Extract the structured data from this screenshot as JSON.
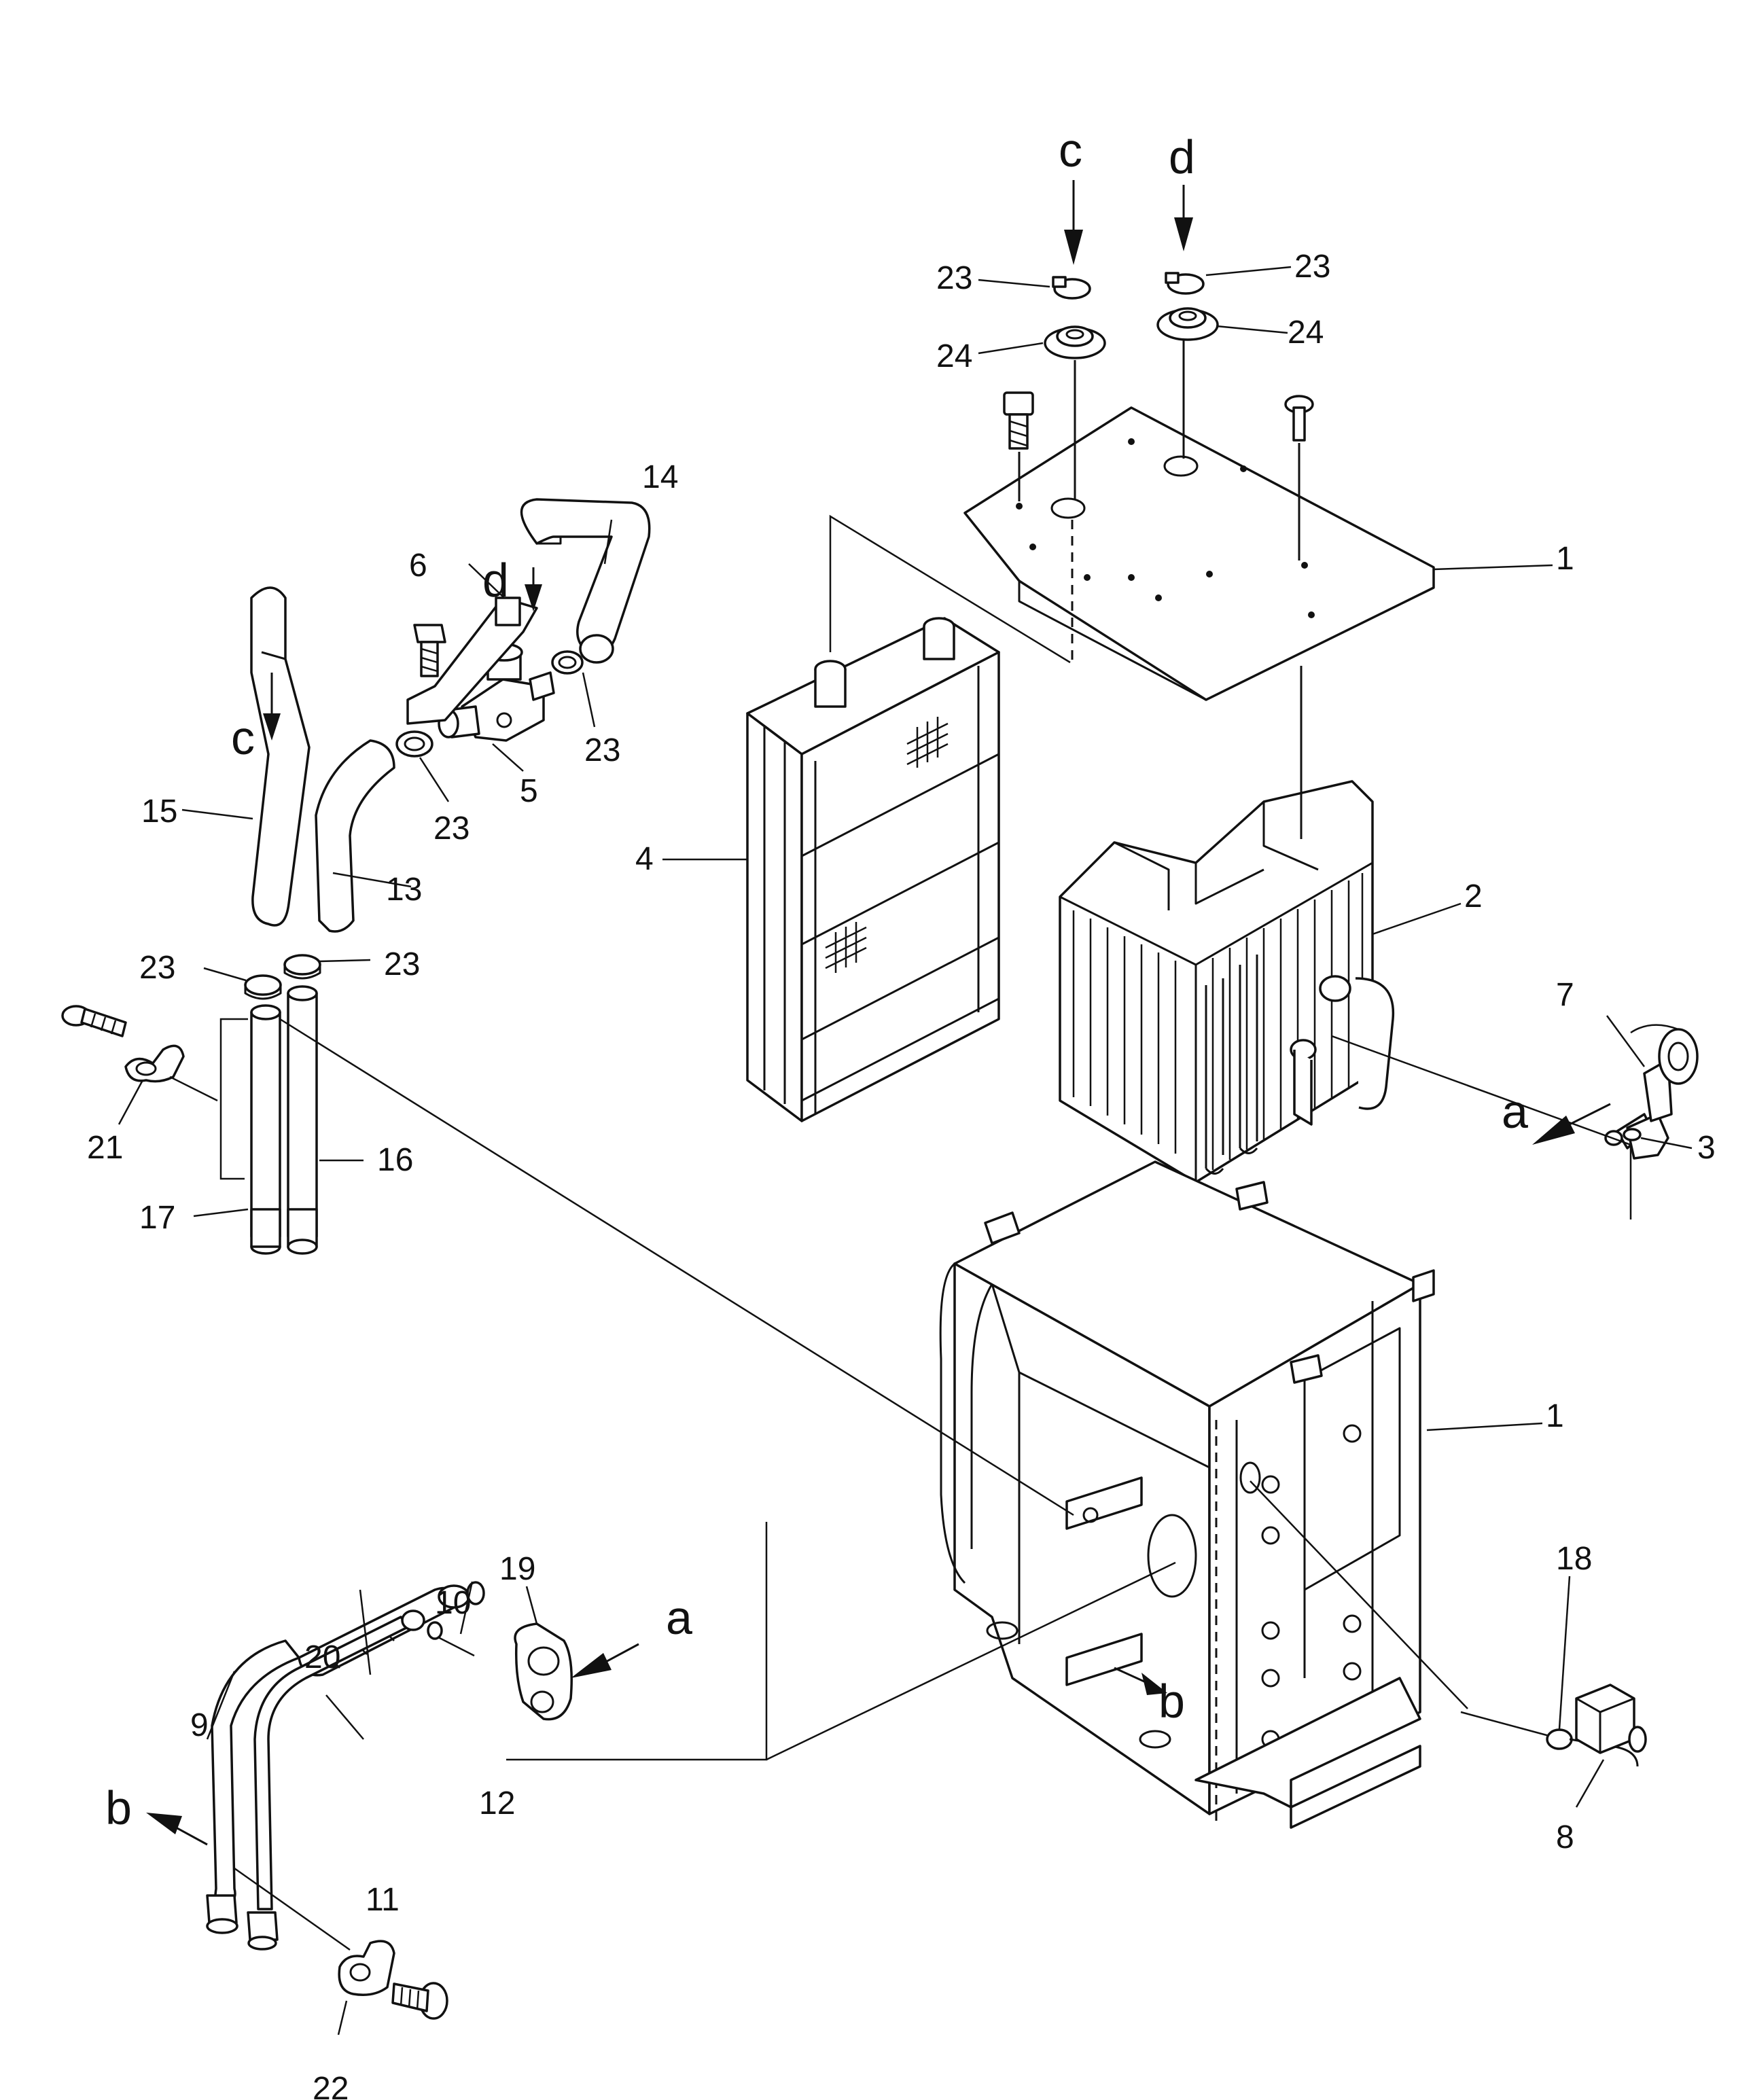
{
  "labels": {
    "p1_top": "1",
    "p1_bot": "1",
    "p2": "2",
    "p3": "3",
    "p4": "4",
    "p5": "5",
    "p6": "6",
    "p7": "7",
    "p8": "8",
    "p9": "9",
    "p10": "10",
    "p11": "11",
    "p12": "12",
    "p13": "13",
    "p14": "14",
    "p15": "15",
    "p16": "16",
    "p17": "17",
    "p18": "18",
    "p19": "19",
    "p20": "20",
    "p21": "21",
    "p22": "22",
    "p23_a": "23",
    "p23_b": "23",
    "p23_c": "23",
    "p23_d": "23",
    "p23_e": "23",
    "p23_f": "23",
    "p24_a": "24",
    "p24_b": "24"
  },
  "flow_marks": {
    "a_right": "a",
    "a_bottom": "a",
    "b_left": "b",
    "b_box": "b",
    "c_top": "c",
    "c_hose": "c",
    "d_top": "d",
    "d_valve": "d"
  }
}
